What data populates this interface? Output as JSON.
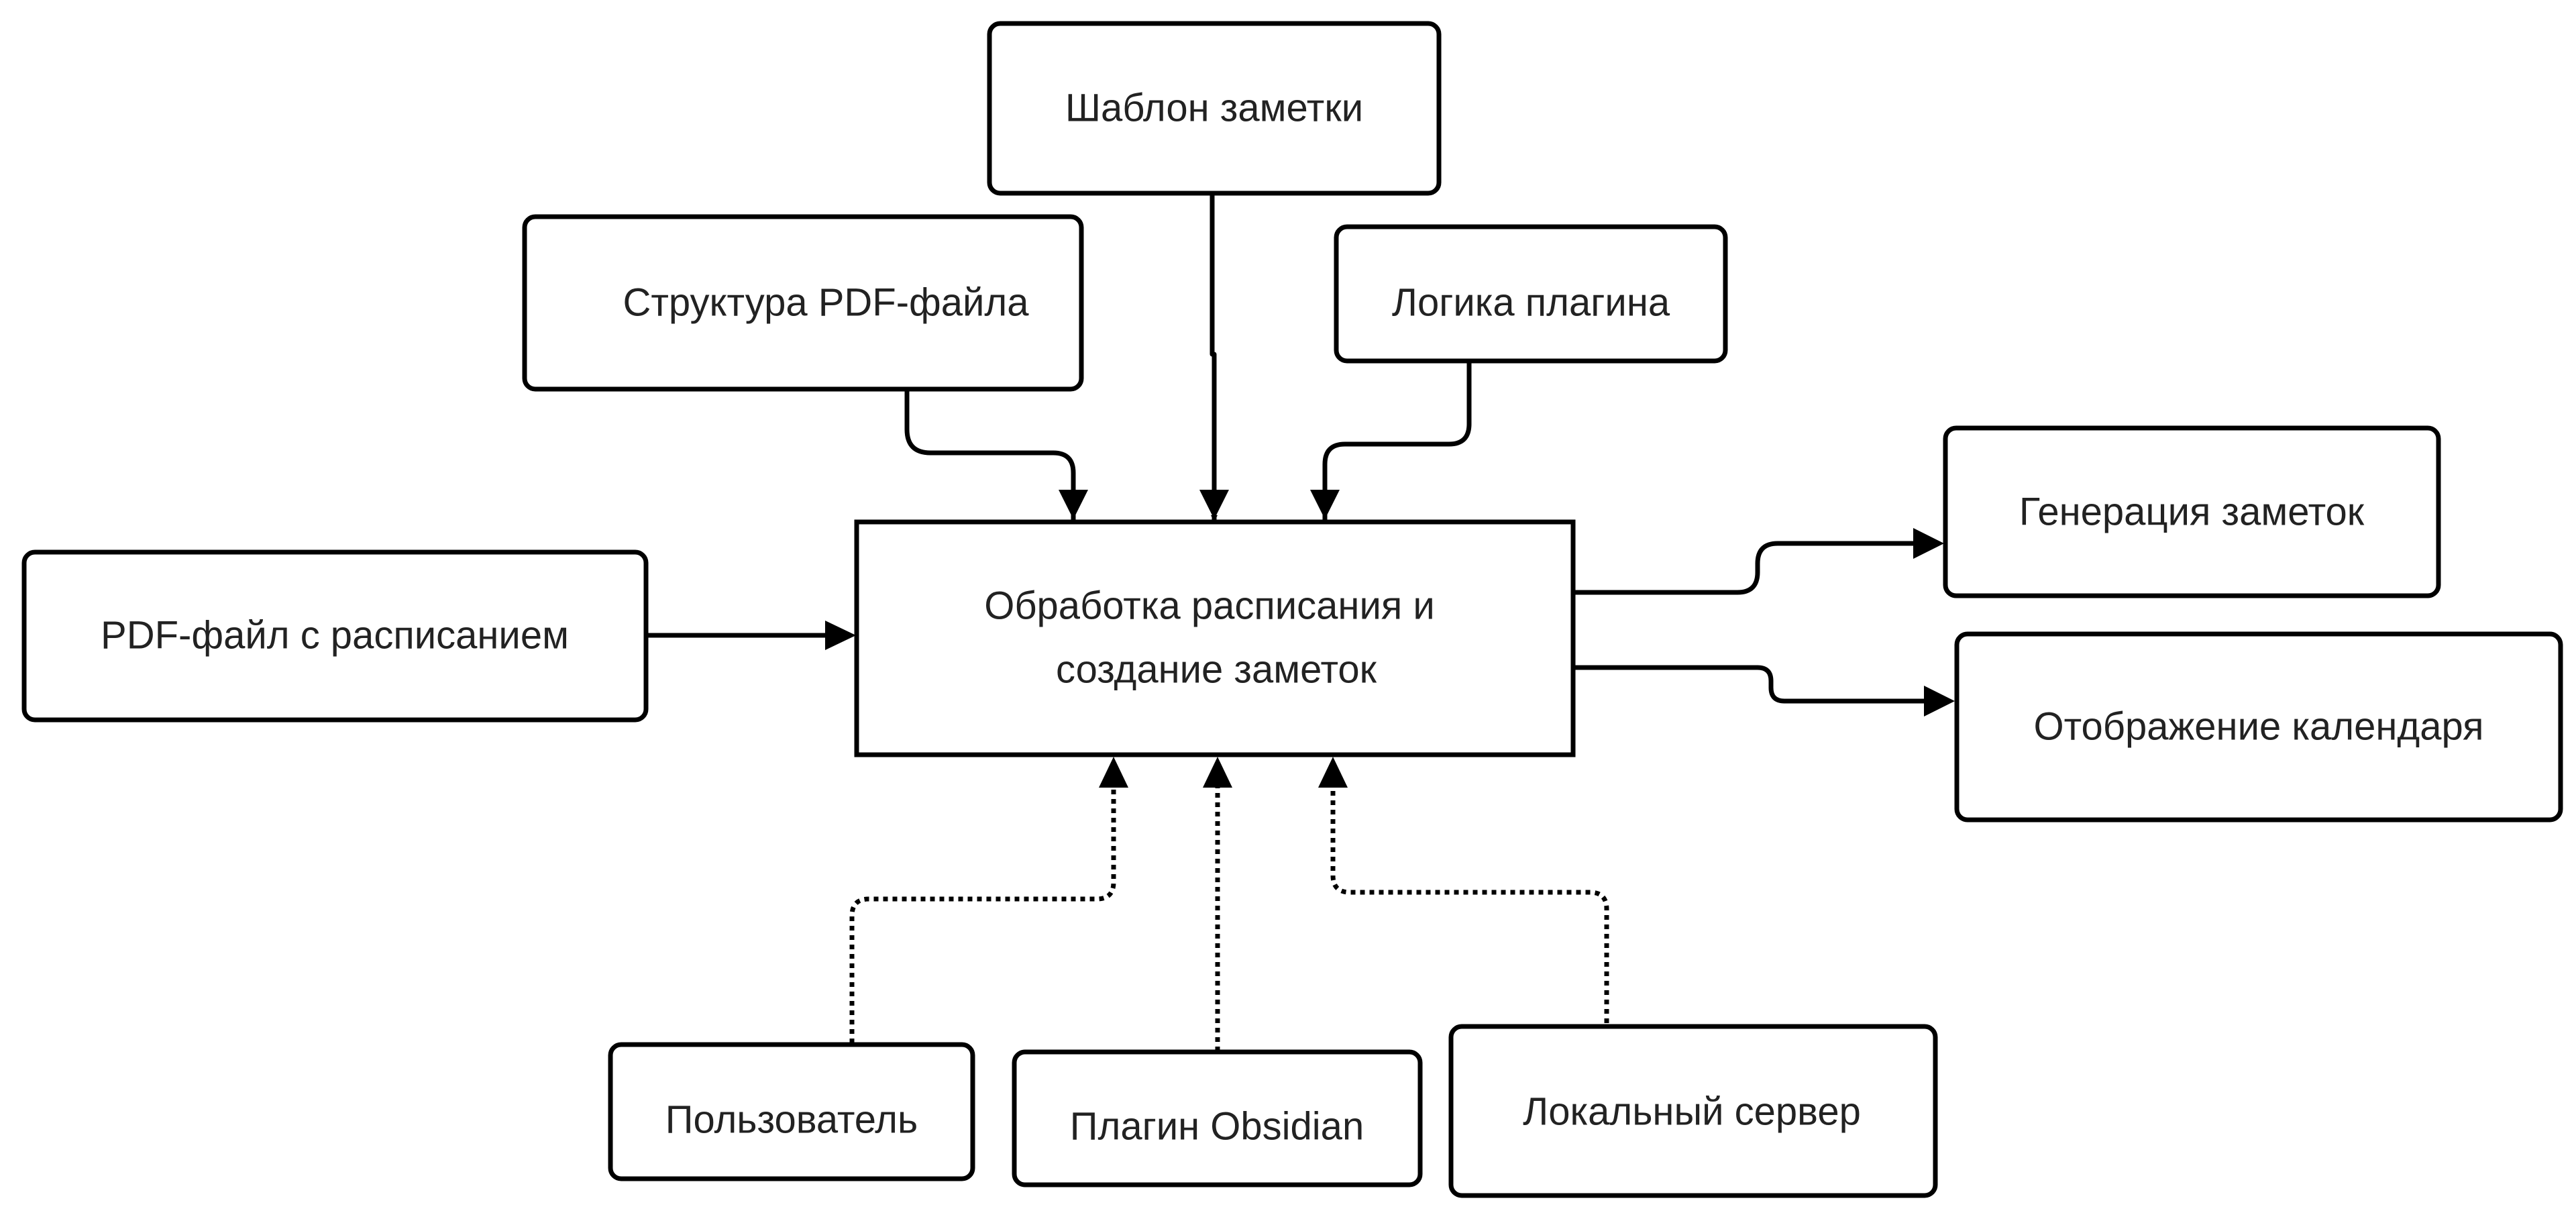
{
  "nodes": {
    "template": "Шаблон заметки",
    "pdf_structure": "Структура PDF-файла",
    "plugin_logic": "Логика плагина",
    "input_pdf": "PDF-файл с расписанием",
    "process_line1": "Обработка расписания и",
    "process_line2": "создание заметок",
    "notes_generation": "Генерация заметок",
    "calendar_display": "Отображение календаря",
    "user": "Пользователь",
    "obsidian_plugin": "Плагин Obsidian",
    "local_server": "Локальный сервер"
  },
  "colors": {
    "stroke": "#000000",
    "text": "#222222",
    "background": "#ffffff"
  }
}
